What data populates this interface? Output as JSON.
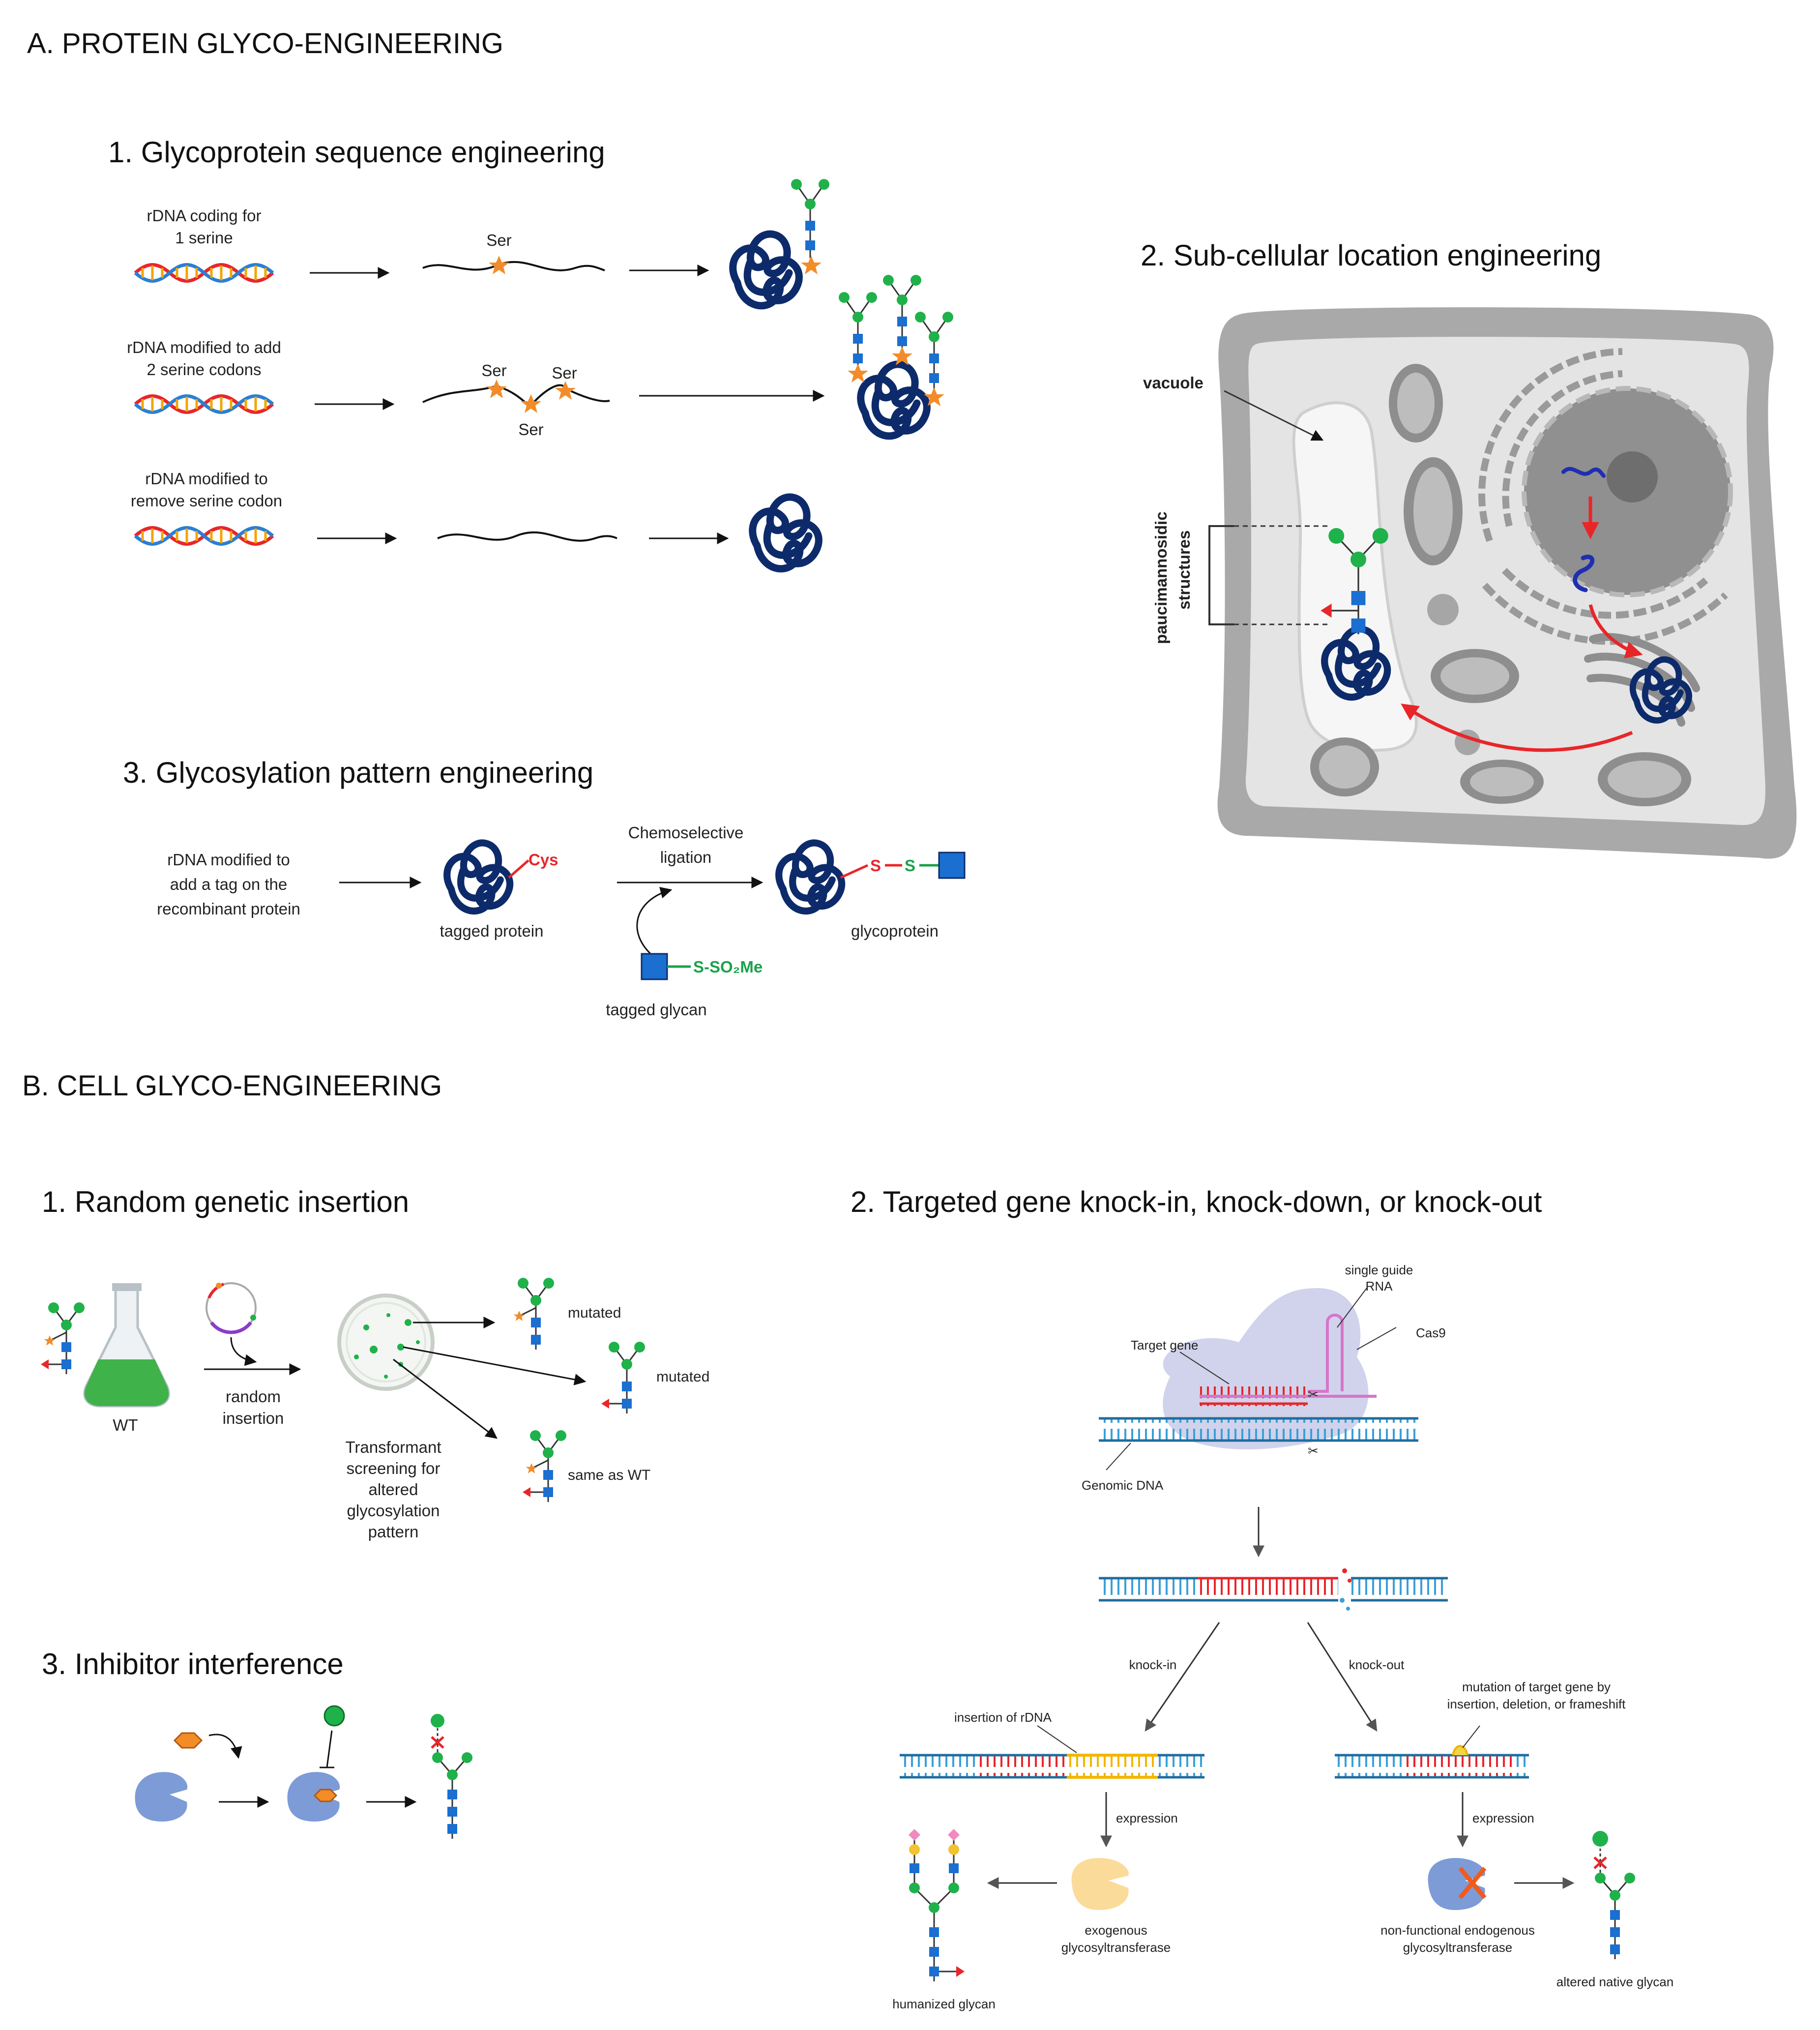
{
  "sectionA": {
    "title": "A. PROTEIN GLYCO-ENGINEERING",
    "p1": {
      "title": "1. Glycoprotein sequence engineering",
      "row1_label_l1": "rDNA coding for",
      "row1_label_l2": "1 serine",
      "row1_ser": "Ser",
      "row2_label_l1": "rDNA modified to add",
      "row2_label_l2": "2 serine codons",
      "row2_ser_a": "Ser",
      "row2_ser_b": "Ser",
      "row2_ser_c": "Ser",
      "row3_label_l1": "rDNA modified to",
      "row3_label_l2": "remove serine codon"
    },
    "p2": {
      "title": "2. Sub-cellular location engineering",
      "vacuole": "vacuole",
      "pauci_l1": "paucimannosidic",
      "pauci_l2": "structures"
    },
    "p3": {
      "title": "3. Glycosylation pattern engineering",
      "left_l1": "rDNA modified to",
      "left_l2": "add a tag on the",
      "left_l3": "recombinant protein",
      "cys": "Cys",
      "tagged_protein": "tagged protein",
      "ligation_l1": "Chemoselective",
      "ligation_l2": "ligation",
      "s1": "S",
      "s2": "S",
      "glycoprotein": "glycoprotein",
      "reagent": "S-SO₂Me",
      "tagged_glycan": "tagged glycan"
    }
  },
  "sectionB": {
    "title": "B. CELL GLYCO-ENGINEERING",
    "p1": {
      "title": "1. Random genetic insertion",
      "wt": "WT",
      "random_l1": "random",
      "random_l2": "insertion",
      "screen_l1": "Transformant",
      "screen_l2": "screening for",
      "screen_l3": "altered",
      "screen_l4": "glycosylation",
      "screen_l5": "pattern",
      "mutated1": "mutated",
      "mutated2": "mutated",
      "same": "same as WT"
    },
    "p2": {
      "title": "2. Targeted gene knock-in, knock-down, or knock-out",
      "sgrna_l1": "single guide",
      "sgrna_l2": "RNA",
      "target_gene": "Target gene",
      "cas9": "Cas9",
      "genomic": "Genomic DNA",
      "knockin": "knock-in",
      "knockout": "knock-out",
      "insertion": "insertion of rDNA",
      "mutation_l1": "mutation of target gene by",
      "mutation_l2": "insertion, deletion, or frameshift",
      "expr1": "expression",
      "expr2": "expression",
      "exo_l1": "exogenous",
      "exo_l2": "glycosyltransferase",
      "nonfunc_l1": "non-functional endogenous",
      "nonfunc_l2": "glycosyltransferase",
      "humanized": "humanized glycan",
      "altered": "altered native glycan"
    },
    "p3": {
      "title": "3. Inhibitor interference"
    }
  },
  "colors": {
    "protein": "#0d2b6b",
    "mannose": "#1fb24a",
    "glcnac": "#1a6fd0",
    "fucose": "#e8262a",
    "xylose": "#f28c28",
    "arrow_red": "#e8262a"
  }
}
